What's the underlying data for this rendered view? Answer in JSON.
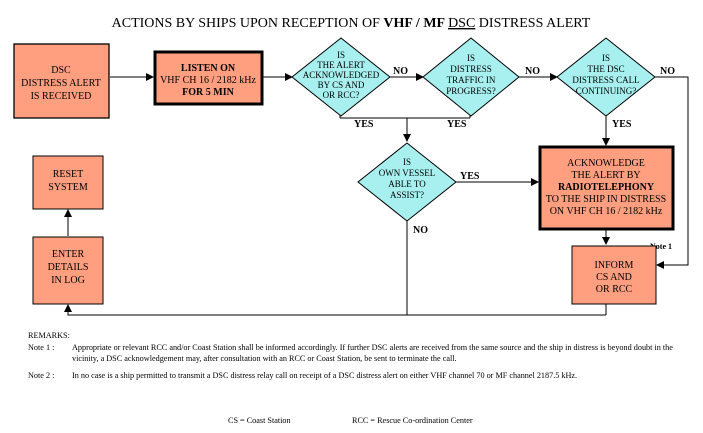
{
  "title": {
    "prefix": "ACTIONS BY SHIPS UPON RECEPTION OF ",
    "bold": "VHF / MF ",
    "underlined": "DSC",
    "suffix": " DISTRESS ALERT"
  },
  "boxes": {
    "dsc_received": [
      "DSC",
      "DISTRESS ALERT",
      "IS RECEIVED"
    ],
    "listen_on": [
      {
        "text": "LISTEN  ON",
        "bold": true
      },
      {
        "text": "VHF CH 16 / 2182 kHz",
        "bold": false
      },
      {
        "text": "FOR 5 MIN",
        "bold": true
      }
    ],
    "acknowledge": [
      {
        "text": "ACKNOWLEDGE",
        "bold": false
      },
      {
        "text": "THE  ALERT  BY",
        "bold": false
      },
      {
        "text": "RADIOTELEPHONY",
        "bold": true
      },
      {
        "text": "TO THE SHIP IN DISTRESS",
        "bold": false
      },
      {
        "text": "ON VHF CH 16 / 2182 kHz",
        "bold": false
      }
    ],
    "inform": [
      "INFORM",
      "CS AND",
      "OR RCC"
    ],
    "enter_details": [
      "ENTER",
      "DETAILS",
      "IN LOG"
    ],
    "reset_system": [
      "RESET",
      "SYSTEM"
    ]
  },
  "decisions": {
    "alert_acknowledged": [
      "IS",
      "THE ALERT",
      "ACKNOWLEDGED",
      "BY CS AND",
      "OR RCC?"
    ],
    "distress_traffic": [
      "IS",
      "DISTRESS",
      "TRAFFIC IN",
      "PROGRESS?"
    ],
    "dsc_call_continuing": [
      "IS",
      "THE  DSC",
      "DISTRESS CALL",
      "CONTINUING?"
    ],
    "own_vessel": [
      "IS",
      "OWN  VESSEL",
      "ABLE  TO",
      "ASSIST?"
    ]
  },
  "labels": {
    "yes": "YES",
    "no": "NO",
    "note1": "Note 1"
  },
  "remarks": {
    "header": "REMARKS:",
    "note1_label": "Note 1 :",
    "note1_text": "Appropriate or relevant RCC and/or Coast Station shall be informed accordingly. If further DSC alerts are received from the same source and the ship in distress is  beyond doubt  in the vicinity, a DSC acknowledgement may,  after consultation with an RCC or Coast Station, be sent to terminate the call.",
    "note2_label": "Note 2 :",
    "note2_text": "In no case is a ship permitted to transmit a DSC distress relay call on receipt of a DSC distress alert on either VHF channel 70 or MF channel 2187.5 kHz."
  },
  "abbreviations": {
    "cs": "CS = Coast Station",
    "rcc": "RCC =  Rescue Co-ordination Center"
  },
  "colors": {
    "box_fill": "#ff9f80",
    "diamond_fill": "#a8f0ef",
    "line": "#000000"
  }
}
